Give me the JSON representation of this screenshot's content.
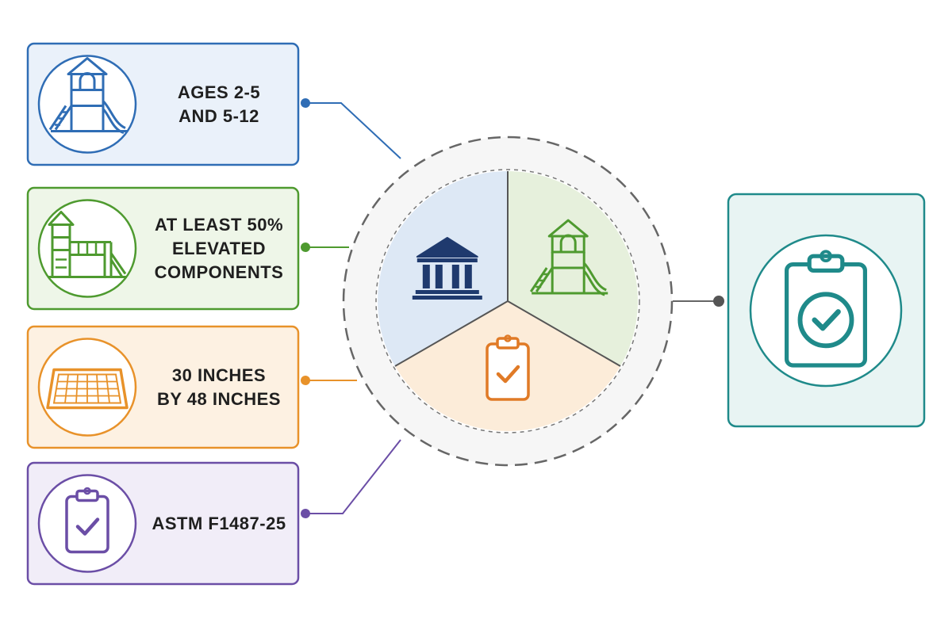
{
  "requirements": [
    {
      "id": "age-groups",
      "icon": "playground-tower-icon",
      "lines": [
        "AGES 2-5",
        "AND 5-12"
      ],
      "color": "#2f6db5",
      "fill": "#eaf1fa"
    },
    {
      "id": "elevated-components",
      "icon": "play-structure-icon",
      "lines": [
        "AT LEAST 50%",
        "ELEVATED",
        "COMPONENTS"
      ],
      "color": "#4e9a2f",
      "fill": "#eef6e8"
    },
    {
      "id": "clear-space",
      "icon": "grid-mat-icon",
      "lines": [
        "30 INCHES",
        "BY 48 INCHES"
      ],
      "color": "#e8922a",
      "fill": "#fdf1e2"
    },
    {
      "id": "astm-standard",
      "icon": "clipboard-check-icon",
      "lines": [
        "ASTM F1487-25"
      ],
      "color": "#6b4ea6",
      "fill": "#f1edf8"
    }
  ],
  "hub": {
    "segments": [
      {
        "icon": "government-building-icon",
        "color": "#1f3a6e",
        "fill": "#dde8f5"
      },
      {
        "icon": "playground-slide-icon",
        "color": "#4e9a2f",
        "fill": "#e6f0dc"
      },
      {
        "icon": "clipboard-check-icon",
        "color": "#e07a26",
        "fill": "#fcecd9"
      }
    ]
  },
  "result": {
    "icon": "clipboard-check-icon",
    "color": "#1f8a8a",
    "fill": "#e8f4f3"
  }
}
